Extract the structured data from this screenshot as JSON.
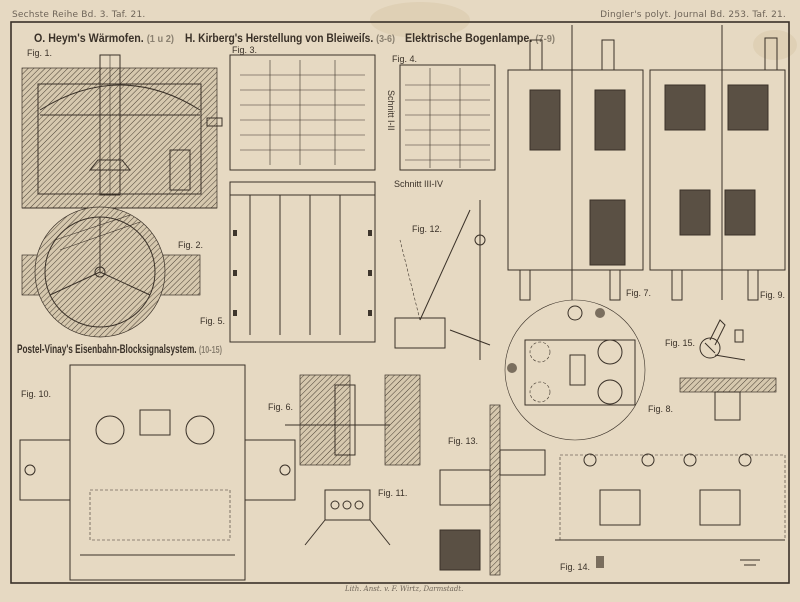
{
  "header": {
    "left": "Sechste Reihe Bd. 3. Taf. 21.",
    "right": "Dingler's polyt. Journal Bd. 253. Taf. 21."
  },
  "sections": [
    {
      "title": "O. Heym's Wärmofen.",
      "range": "(1 u 2)"
    },
    {
      "title": "H. Kirberg's Herstellung von Bleiweiſs.",
      "range": "(3-6)"
    },
    {
      "title": "Elektrische Bogenlampe.",
      "range": "(7-9)"
    },
    {
      "title": "Postel-Vinay's Eisenbahn-Blocksignalsystem.",
      "range": "(10-15)"
    }
  ],
  "figures": [
    "Fig. 1.",
    "Fig. 2.",
    "Fig. 3.",
    "Fig. 4.",
    "Fig. 5.",
    "Fig. 6.",
    "Fig. 7.",
    "Fig. 8.",
    "Fig. 9.",
    "Fig. 10.",
    "Fig. 11.",
    "Fig. 12.",
    "Fig. 13.",
    "Fig. 14.",
    "Fig. 15."
  ],
  "section_labels": {
    "schnitt_1_2": "Schnitt I-II",
    "schnitt_3_4": "Schnitt III-IV"
  },
  "footer": "Lith. Anst. v. F. Wirtz, Darmstadt."
}
